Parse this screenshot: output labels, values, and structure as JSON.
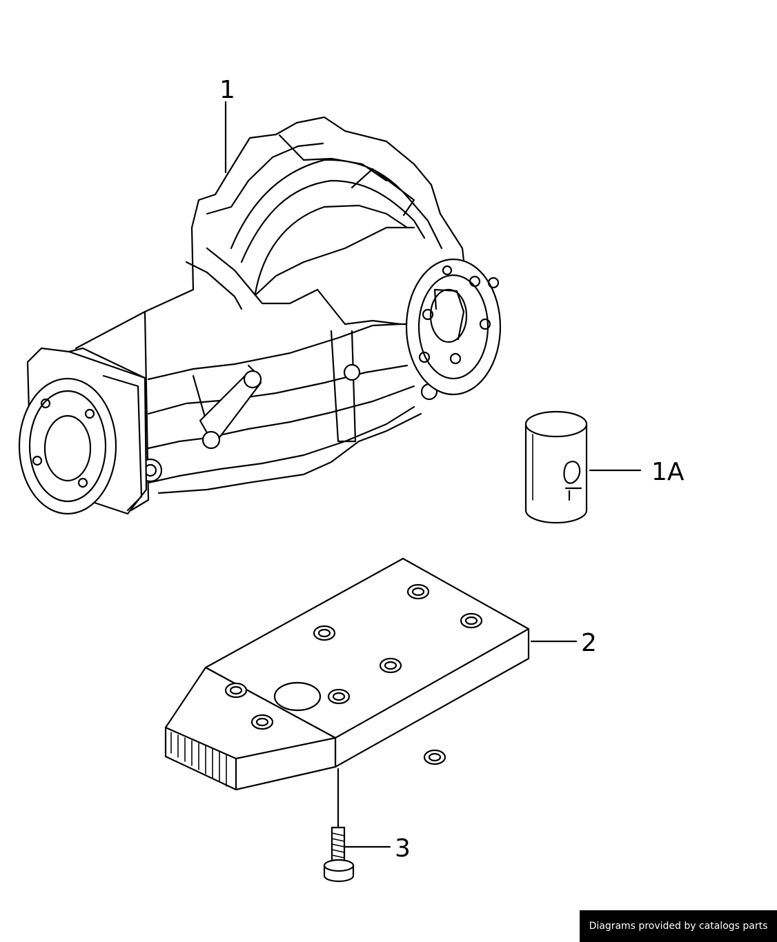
{
  "callouts": [
    {
      "id": "1",
      "label": "1"
    },
    {
      "id": "1a",
      "label": "1A"
    },
    {
      "id": "2",
      "label": "2"
    },
    {
      "id": "3",
      "label": "3"
    }
  ],
  "footer": {
    "text": "Diagrams provided by catalogs parts"
  }
}
